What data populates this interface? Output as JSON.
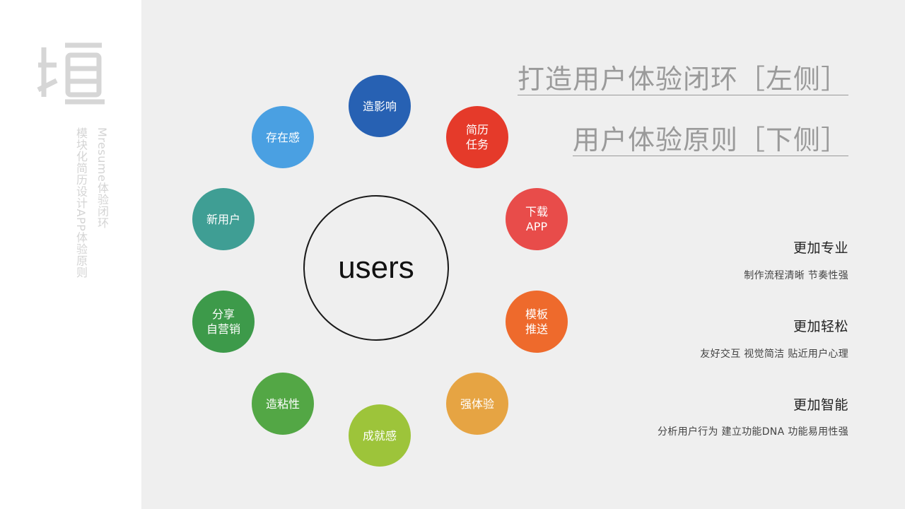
{
  "sidebar": {
    "glyph": "𝍩",
    "text_line1": "Mresume体验闭环",
    "text_line2": "模块化简历设计APP体验原则"
  },
  "center": {
    "label": "users"
  },
  "nodes": [
    {
      "label": "造影响",
      "color": "#2761b3"
    },
    {
      "label": "简历\n任务",
      "color": "#e53a2a"
    },
    {
      "label": "下载\nAPP",
      "color": "#e84c4a"
    },
    {
      "label": "模板\n推送",
      "color": "#ee6a2c"
    },
    {
      "label": "强体验",
      "color": "#e6a443"
    },
    {
      "label": "成就感",
      "color": "#9dc43a"
    },
    {
      "label": "造粘性",
      "color": "#53a745"
    },
    {
      "label": "分享\n自营销",
      "color": "#3d9a4a"
    },
    {
      "label": "新用户",
      "color": "#3f9e94"
    },
    {
      "label": "存在感",
      "color": "#4aa0e2"
    }
  ],
  "titles": {
    "line1": "打造用户体验闭环［左侧］",
    "line2": "用户体验原则［下侧］"
  },
  "features": [
    {
      "title": "更加专业",
      "desc": "制作流程清晰   节奏性强"
    },
    {
      "title": "更加轻松",
      "desc": "友好交互   视觉简洁   贴近用户心理"
    },
    {
      "title": "更加智能",
      "desc": "分析用户行为   建立功能DNA   功能易用性强"
    }
  ]
}
